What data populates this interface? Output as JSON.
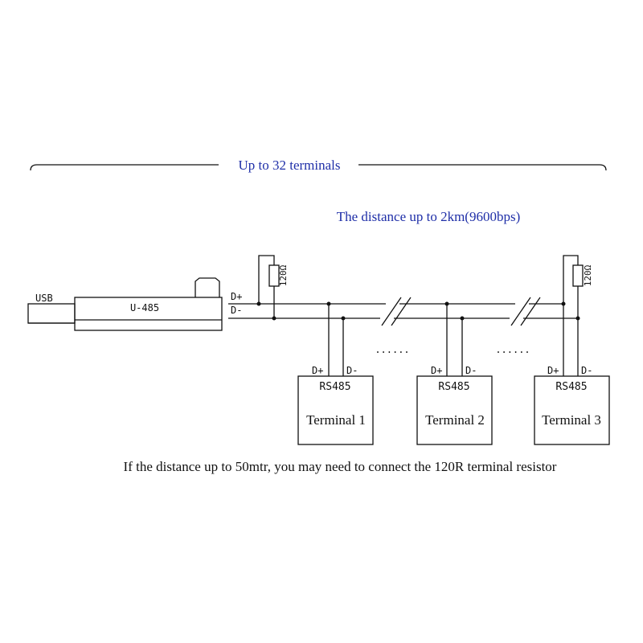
{
  "header": {
    "terminals_label": "Up to 32 terminals",
    "distance_label": "The distance up to 2km(9600bps)"
  },
  "adapter": {
    "usb_label": "USB",
    "device_label": "U-485",
    "line_plus": "D+",
    "line_minus": "D-"
  },
  "resistors": [
    {
      "value": "120Ω"
    },
    {
      "value": "120Ω"
    }
  ],
  "ellipsis": "......",
  "terminals": [
    {
      "plus": "D+",
      "minus": "D-",
      "interface": "RS485",
      "name": "Terminal 1"
    },
    {
      "plus": "D+",
      "minus": "D-",
      "interface": "RS485",
      "name": "Terminal 2"
    },
    {
      "plus": "D+",
      "minus": "D-",
      "interface": "RS485",
      "name": "Terminal 3"
    }
  ],
  "footer": {
    "note": "If the distance up to 50mtr,  you may need to connect the 120R terminal resistor"
  },
  "colors": {
    "label_blue": "#1f2fa8",
    "line": "#111111"
  }
}
